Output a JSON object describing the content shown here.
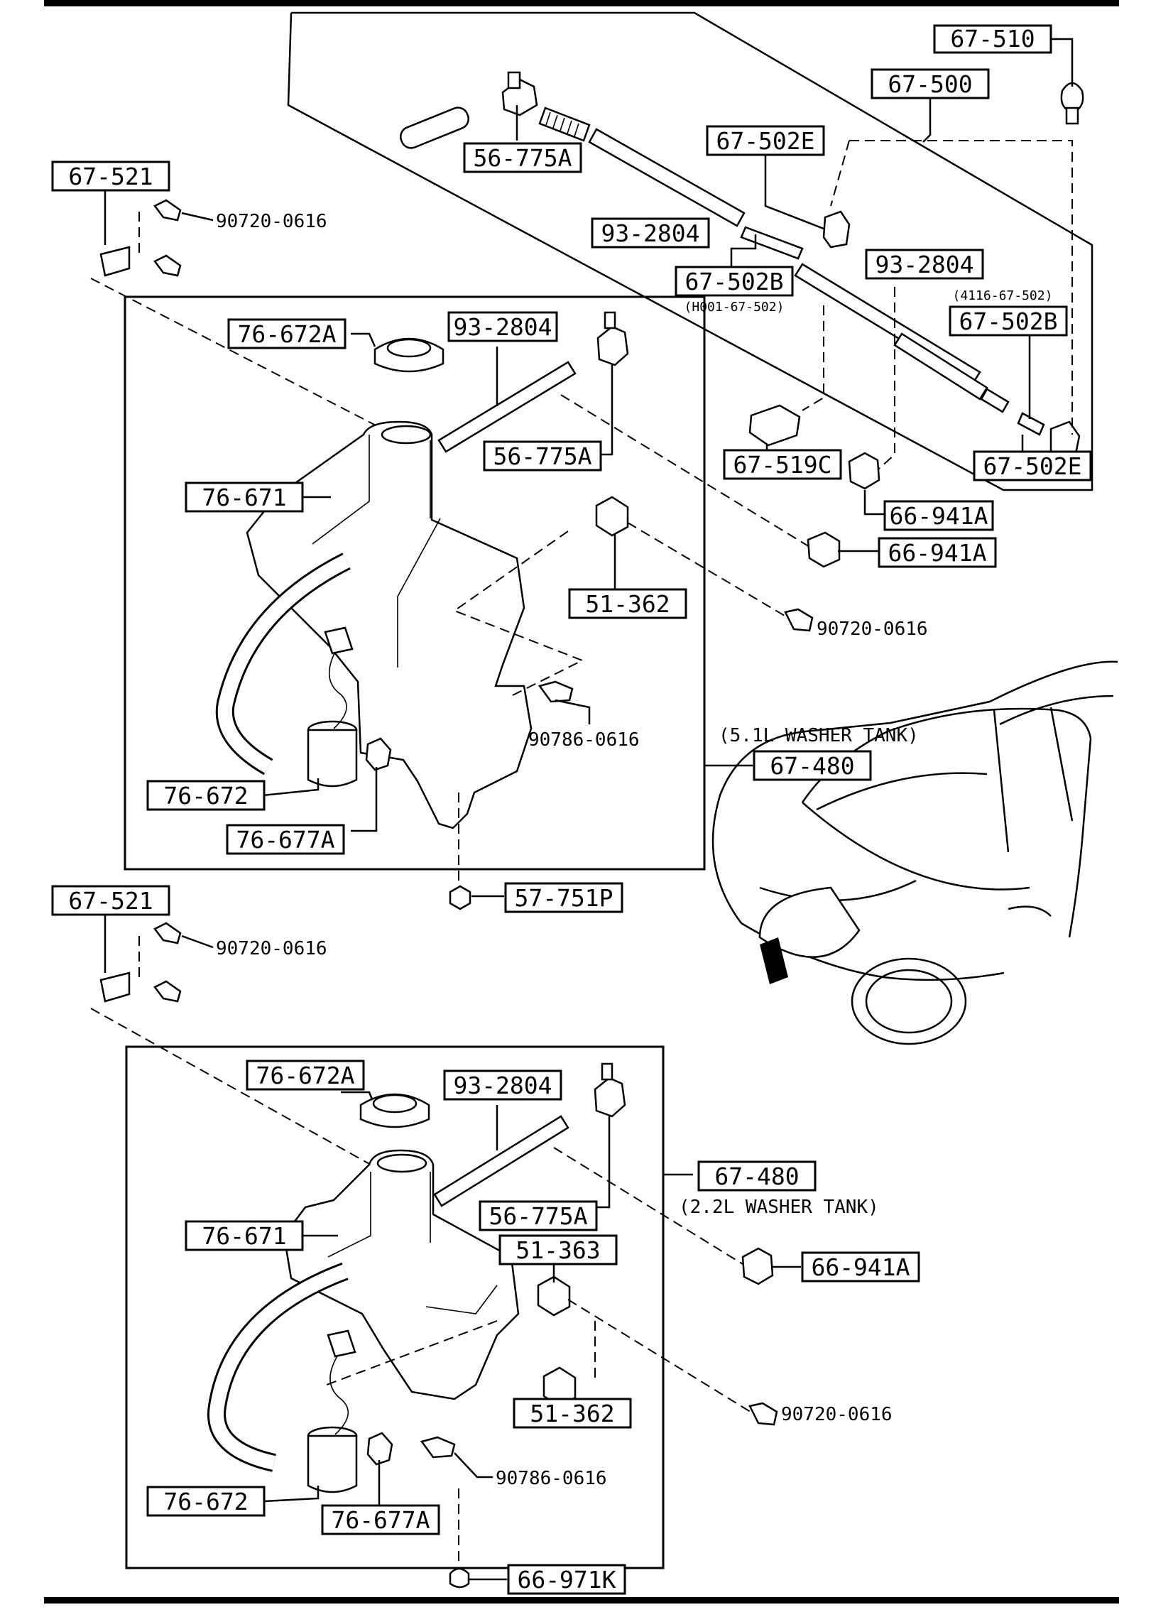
{
  "labels": {
    "p67_510": "67-510",
    "p67_500": "67-500",
    "p67_502E_top": "67-502E",
    "p56_775A_top": "56-775A",
    "p67_521_top": "67-521",
    "p90720_a": "90720-0616",
    "p93_2804_a": "93-2804",
    "p67_502B_a": "67-502B",
    "p67_502B_a_note": "(H001-67-502)",
    "p93_2804_b": "93-2804",
    "p4116_note": "(4116-67-502)",
    "p67_502B_b": "67-502B",
    "p76_672A_a": "76-672A",
    "p93_2804_c": "93-2804",
    "p56_775A_a": "56-775A",
    "p67_519C": "67-519C",
    "p67_502E_b": "67-502E",
    "p66_941A_a": "66-941A",
    "p76_671_a": "76-671",
    "p66_941A_b": "66-941A",
    "p51_362_a": "51-362",
    "p90720_b": "90720-0616",
    "p90786_a": "90786-0616",
    "tank51_caption": "(5.1L WASHER TANK)",
    "p67_480_a": "67-480",
    "p76_672_a": "76-672",
    "p76_677A_a": "76-677A",
    "p57_751P": "57-751P",
    "p67_521_b": "67-521",
    "p90720_c": "90720-0616",
    "p76_672A_b": "76-672A",
    "p93_2804_d": "93-2804",
    "p67_480_b": "67-480",
    "tank22_caption": "(2.2L WASHER TANK)",
    "p56_775A_b": "56-775A",
    "p66_941A_c": "66-941A",
    "p76_671_b": "76-671",
    "p51_363": "51-363",
    "p90720_d": "90720-0616",
    "p51_362_b": "51-362",
    "p90786_b": "90786-0616",
    "p76_672_b": "76-672",
    "p76_677A_b": "76-677A",
    "p66_971K": "66-971K"
  }
}
